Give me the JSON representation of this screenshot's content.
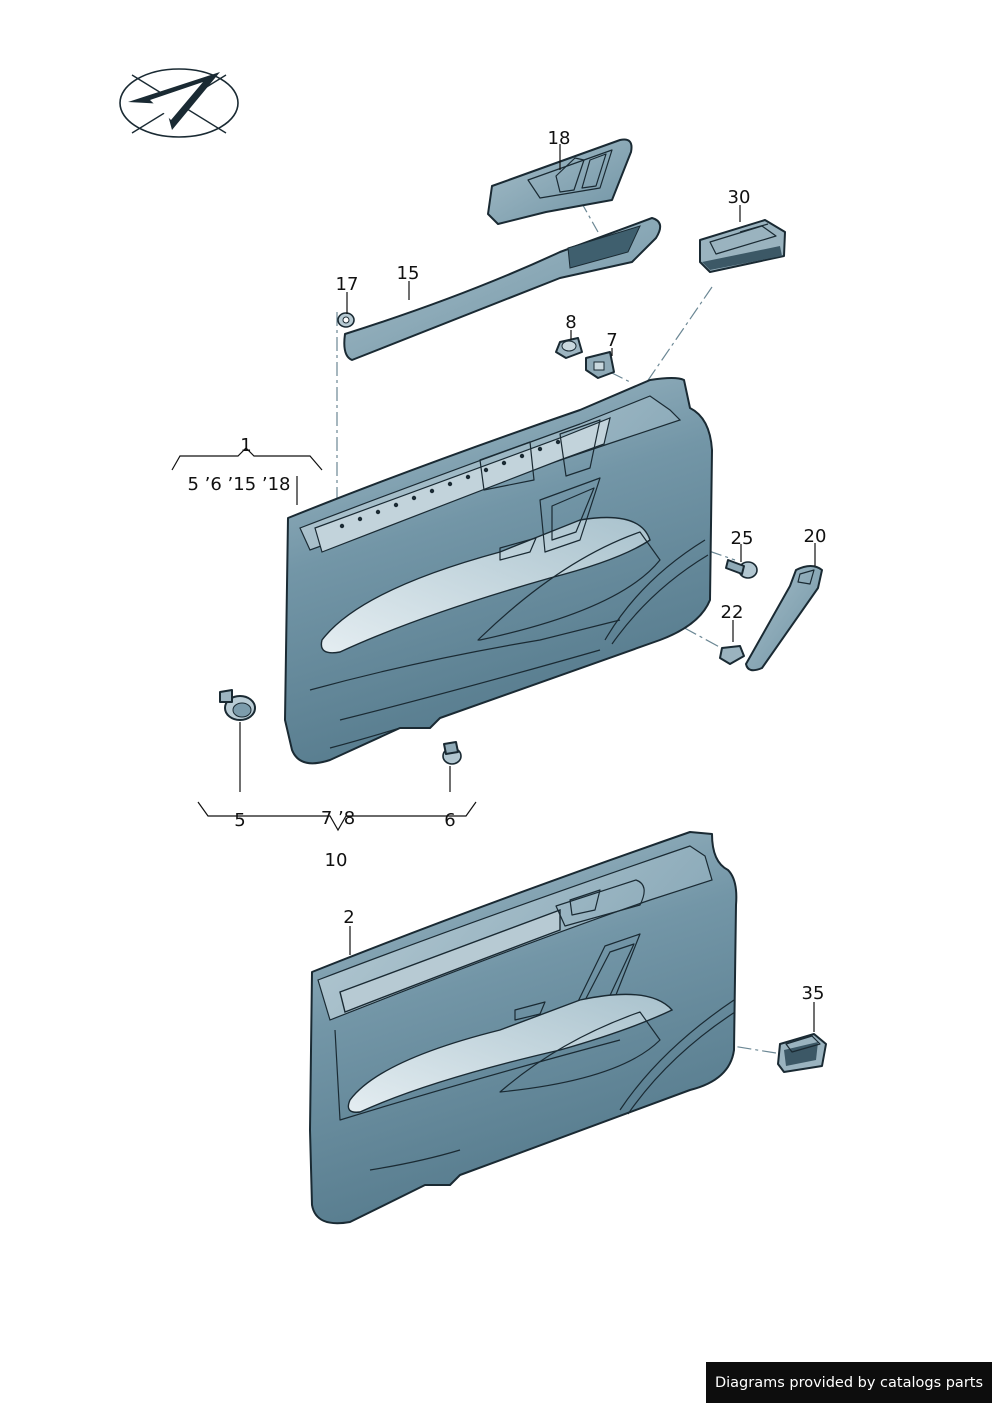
{
  "labels": {
    "p1": "1",
    "p1_sub": "5 ’6 ’15 ’18",
    "p2": "2",
    "p5": "5",
    "p6": "6",
    "p7": "7",
    "p8": "8",
    "p10_sub": "7 ’8",
    "p10": "10",
    "p15": "15",
    "p17": "17",
    "p18": "18",
    "p20": "20",
    "p22": "22",
    "p25": "25",
    "p30": "30",
    "p35": "35"
  },
  "credit": "Diagrams provided by catalogs parts",
  "colors": {
    "panel_top": "#9cb6c2",
    "panel_mid": "#6f93a4",
    "panel_dark": "#557a8c",
    "trim_light": "#d2e0e7",
    "outline": "#1a2a33"
  }
}
